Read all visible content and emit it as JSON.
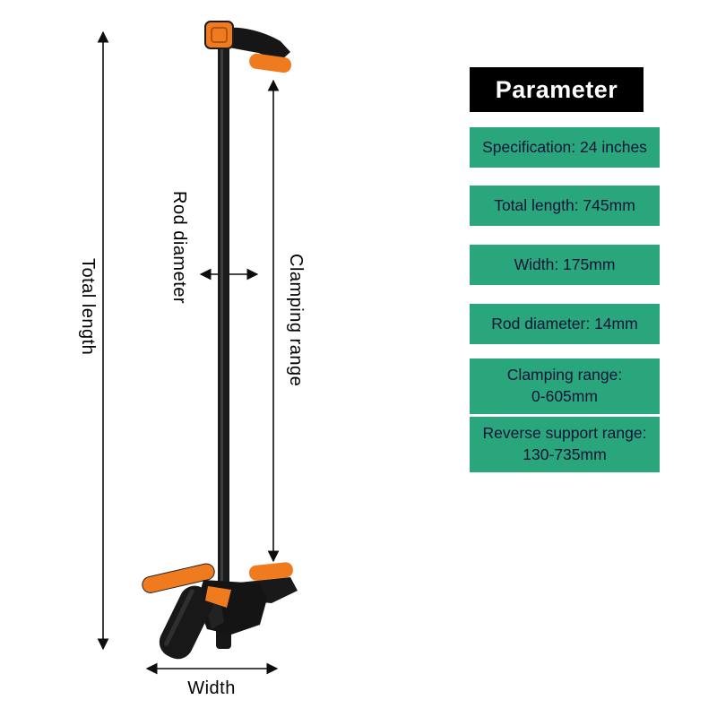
{
  "annotations": {
    "total_length": "Total length",
    "rod_diameter": "Rod diameter",
    "clamping_range": "Clamping range",
    "width": "Width"
  },
  "panel": {
    "header": "Parameter",
    "rows": [
      "Specification: 24 inches",
      "Total length: 745mm",
      "Width: 175mm",
      "Rod diameter: 14mm",
      "Clamping range:\n0-605mm",
      "Reverse support range:\n130-735mm"
    ]
  },
  "product": {
    "name": "quick-grip bar clamp"
  },
  "colors": {
    "panel_green": "#2aa67d",
    "panel_text": "#131338",
    "header_bg": "#000000",
    "header_text": "#ffffff",
    "clamp_orange": "#ef7b1e",
    "clamp_black": "#181818",
    "dimension_line": "#0d0d0d"
  }
}
